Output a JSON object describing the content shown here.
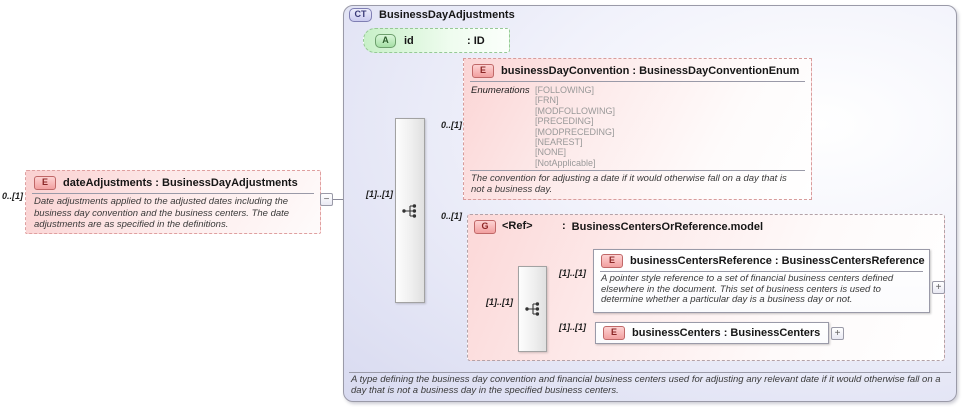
{
  "left_element": {
    "badge": "E",
    "occurrence": "0..[1]",
    "title": "dateAdjustments : BusinessDayAdjustments",
    "description": "Date adjustments applied to the adjusted dates including the business day convention and the business centers. The date adjustments are as specified in the definitions."
  },
  "icons": {
    "collapse": "−",
    "expand": "+"
  },
  "container": {
    "badge": "CT",
    "title": "BusinessDayAdjustments",
    "root_cardinality": "[1]..[1]",
    "attribute": {
      "badge": "A",
      "name": "id",
      "type": ": ID"
    },
    "convention": {
      "occurrence": "0..[1]",
      "badge": "E",
      "title": "businessDayConvention : BusinessDayConventionEnum",
      "enum_label": "Enumerations",
      "enum_values": [
        "[FOLLOWING]",
        "[FRN]",
        "[MODFOLLOWING]",
        "[PRECEDING]",
        "[MODPRECEDING]",
        "[NEAREST]",
        "[NONE]",
        "[NotApplicable]"
      ],
      "description": "The convention for adjusting a date if it would otherwise fall on a day that is not a business day."
    },
    "group": {
      "occurrence": "0..[1]",
      "badge": "G",
      "name": "<Ref>",
      "colon": ":",
      "type": "BusinessCentersOrReference.model",
      "inner_cardinality": "[1]..[1]",
      "reference_child": {
        "cardinality": "[1]..[1]",
        "badge": "E",
        "title": "businessCentersReference : BusinessCentersReference",
        "description": "A pointer style reference to a set of financial business centers defined elsewhere in the document. This set of business centers is used to determine whether a particular day is a business day or not."
      },
      "centers_child": {
        "cardinality": "[1]..[1]",
        "badge": "E",
        "title": "businessCenters : BusinessCenters"
      }
    },
    "footer": "A type defining the business day convention and financial business centers used for adjusting any relevant date if it would otherwise fall on a day that is not a business day in the specified business centers."
  },
  "colors": {
    "container_lavender": "#d8daf0",
    "element_pink": "#fad0d0",
    "attribute_green": "#c8f0c8",
    "connector_gray": "#8a8a9a"
  }
}
